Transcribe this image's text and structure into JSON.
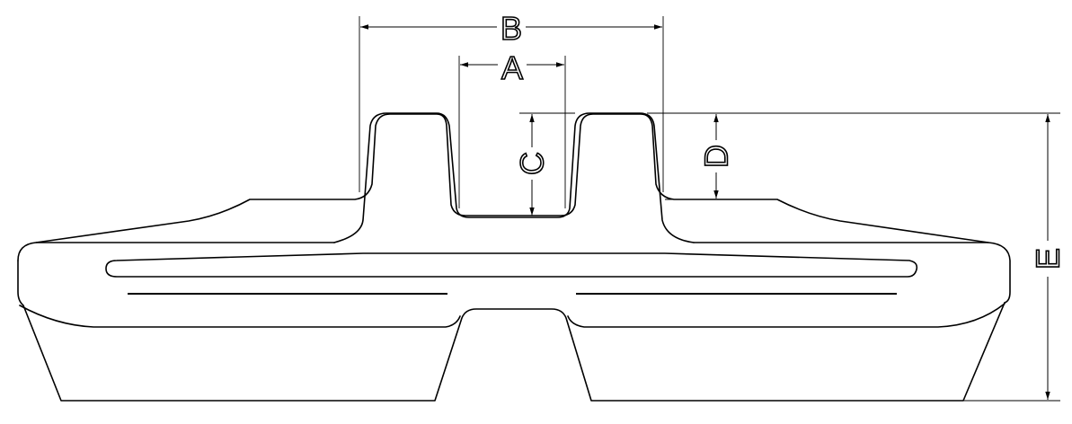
{
  "dimension_labels": {
    "a": "A",
    "b": "B",
    "c": "C",
    "d": "D",
    "e": "E"
  },
  "colors": {
    "line": "#000000",
    "background": "#ffffff"
  }
}
